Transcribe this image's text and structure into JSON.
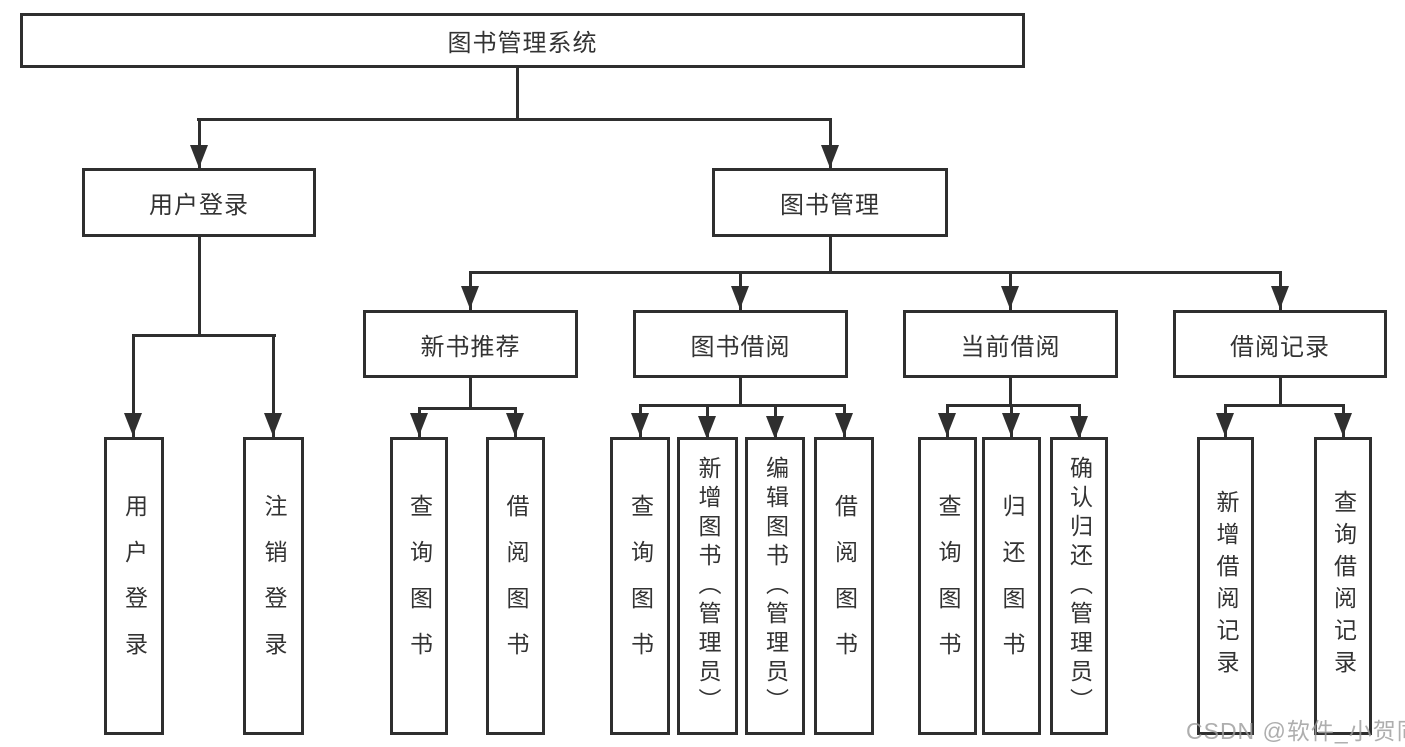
{
  "diagram_type": "hierarchy-tree",
  "tree": {
    "label": "图书管理系统",
    "children": [
      {
        "label": "用户登录",
        "children": [
          {
            "label": "用户登录"
          },
          {
            "label": "注销登录"
          }
        ]
      },
      {
        "label": "图书管理",
        "children": [
          {
            "label": "新书推荐",
            "children": [
              {
                "label": "查询图书"
              },
              {
                "label": "借阅图书"
              }
            ]
          },
          {
            "label": "图书借阅",
            "children": [
              {
                "label": "查询图书"
              },
              {
                "label": "新增图书（管理员）"
              },
              {
                "label": "编辑图书（管理员）"
              },
              {
                "label": "借阅图书"
              }
            ]
          },
          {
            "label": "当前借阅",
            "children": [
              {
                "label": "查询图书"
              },
              {
                "label": "归还图书"
              },
              {
                "label": "确认归还（管理员）"
              }
            ]
          },
          {
            "label": "借阅记录",
            "children": [
              {
                "label": "新增借阅记录"
              },
              {
                "label": "查询借阅记录"
              }
            ]
          }
        ]
      }
    ]
  },
  "watermark": {
    "text": "CSDN @软件_小贺同学"
  },
  "colors": {
    "line": "#2f2f2f",
    "text": "#333333",
    "background": "#ffffff",
    "watermark": "#9d9d9d"
  }
}
